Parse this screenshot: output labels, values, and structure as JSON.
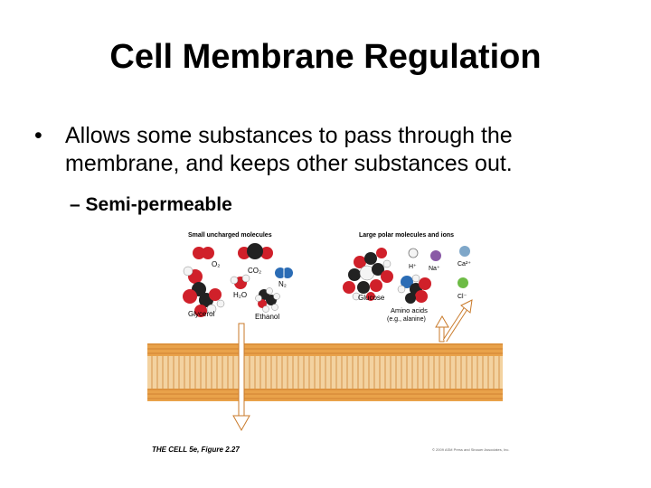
{
  "slide": {
    "title": "Cell Membrane Regulation",
    "bullet_symbol": "•",
    "bullet_text": "Allows some substances to pass through the membrane, and keeps other substances out.",
    "sub_bullet": "– Semi-permeable"
  },
  "figure": {
    "heading_left": "Small uncharged molecules",
    "heading_right": "Large polar molecules and ions",
    "labels": {
      "o2": "O₂",
      "co2": "CO₂",
      "n2": "N₂",
      "h2o": "H₂O",
      "glycerol": "Glycerol",
      "ethanol": "Ethanol",
      "h_ion": "H⁺",
      "na_ion": "Na⁺",
      "ca_ion": "Ca²⁺",
      "cl_ion": "Cl⁻",
      "glucose": "Glucose",
      "amino_acids": "Amino acids",
      "amino_example": "(e.g., alanine)"
    },
    "caption": "THE CELL 5e, Figure 2.27",
    "copyright": "© 2009 ASM Press and Sinauer Associates, Inc.",
    "colors": {
      "membrane": "#e9a24a",
      "membrane_dark": "#c97a2a",
      "oxygen": "#d0202a",
      "carbon": "#222222",
      "nitrogen": "#2b6cb5",
      "hydrogen": "#f4f4f4",
      "sodium": "#8a5aa6",
      "calcium": "#7fa7c9",
      "chloride": "#6dbb45"
    }
  }
}
